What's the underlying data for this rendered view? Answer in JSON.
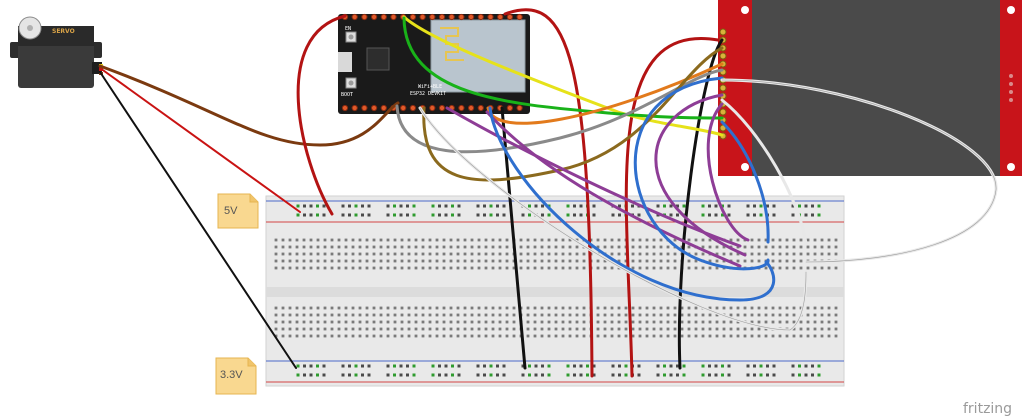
{
  "labels": {
    "note_top": "5V",
    "note_bottom": "3.3V",
    "brand": "fritzing",
    "servo": "SERVO",
    "esp_en": "EN",
    "esp_boot": "BOOT",
    "esp_name": "ESP32 DEVKIT",
    "esp_sub": "WiFi+BLE"
  },
  "colors": {
    "wire_red": "#c91313",
    "wire_dark_red": "#a80f0f",
    "wire_black": "#111111",
    "wire_brown": "#7b3a10",
    "wire_yellow": "#e6e21a",
    "wire_green": "#19b219",
    "wire_orange": "#e27a1c",
    "wire_gray": "#8a8a8a",
    "wire_olive": "#8b6a1e",
    "wire_purple": "#8e3d96",
    "wire_blue": "#2f6fce",
    "wire_white": "#e8e8e8",
    "display_frame": "#c8141a",
    "display_screen": "#4a4a4a",
    "breadboard": "#e9e9e9",
    "note": "#f9d890"
  }
}
